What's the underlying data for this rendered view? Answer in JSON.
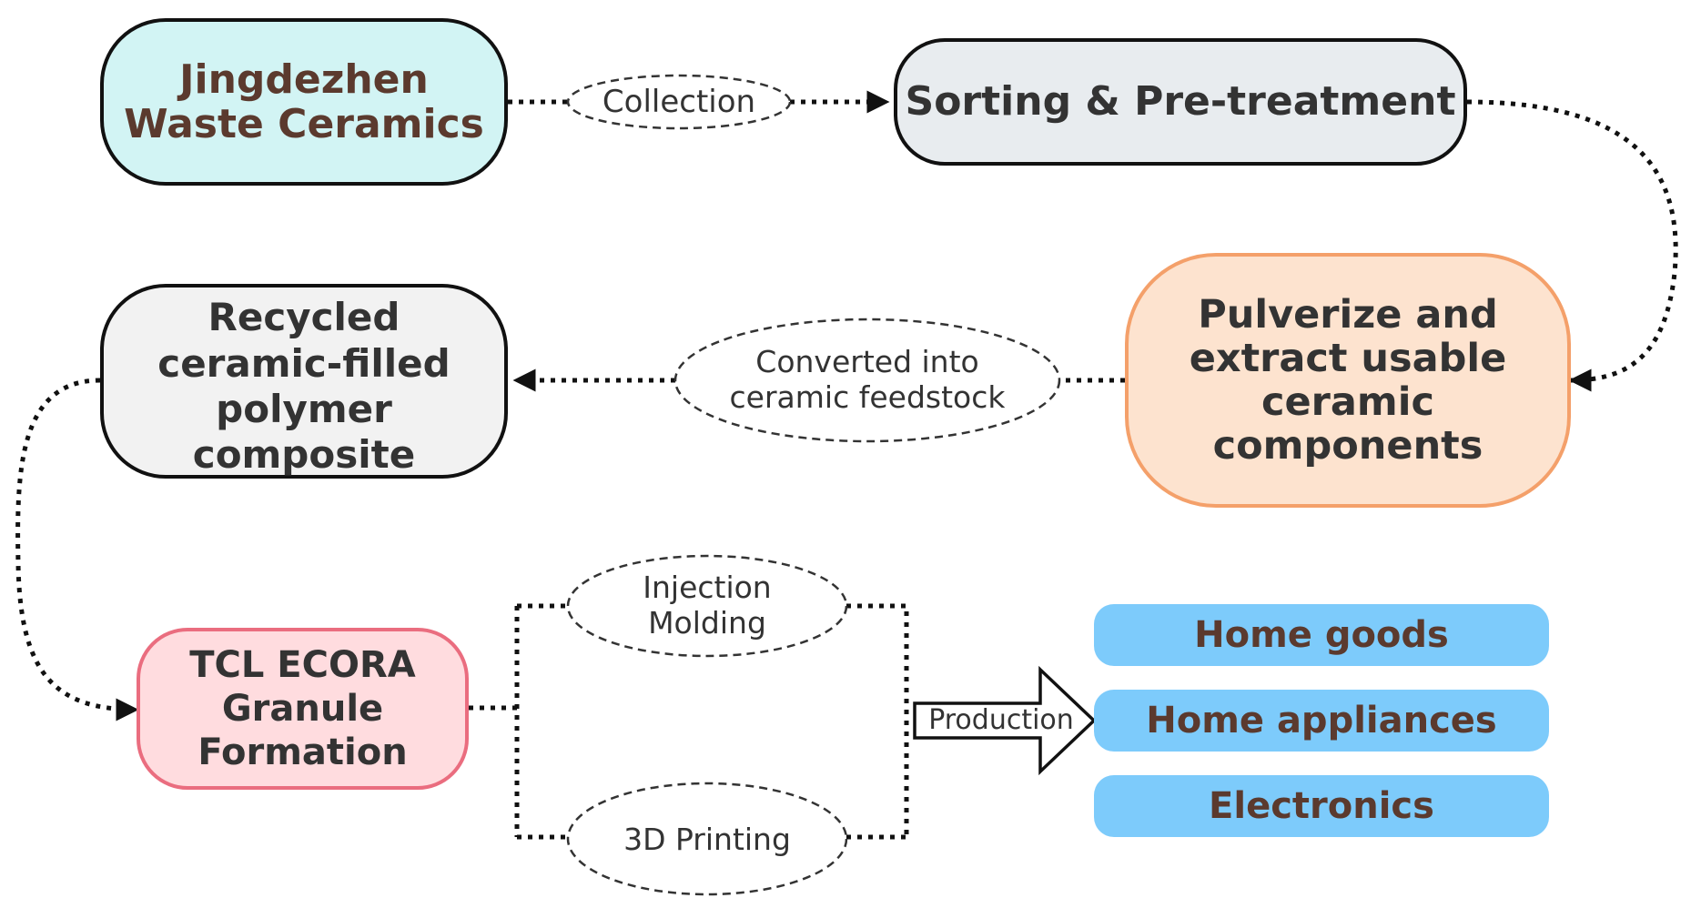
{
  "colors": {
    "edge": "#111111",
    "label_text": "#333333",
    "waste_fill": "#d2f4f4",
    "sorting_fill": "#e8ecef",
    "pulverize_fill": "#fde3cf",
    "pulverize_border": "#f4a06a",
    "recycled_fill": "#f2f2f2",
    "tcl_fill": "#ffdcdf",
    "tcl_border": "#ea6d7f",
    "product_fill": "#7dcbfb",
    "brown_text": "#5b3a2e",
    "dark_text": "#333333"
  },
  "nodes": {
    "waste": {
      "line1": "Jingdezhen",
      "line2": "Waste Ceramics"
    },
    "sorting": {
      "label": "Sorting & Pre-treatment"
    },
    "pulverize": {
      "line1": "Pulverize and",
      "line2": "extract usable",
      "line3": "ceramic",
      "line4": "components"
    },
    "recycled": {
      "line1": "Recycled",
      "line2": "ceramic-filled",
      "line3": "polymer",
      "line4": "composite"
    },
    "tcl": {
      "line1": "TCL ECORA",
      "line2": "Granule",
      "line3": "Formation"
    }
  },
  "edge_labels": {
    "collection": "Collection",
    "converted_line1": "Converted into",
    "converted_line2": "ceramic feedstock",
    "injection_line1": "Injection",
    "injection_line2": "Molding",
    "printing": "3D Printing",
    "production": "Production"
  },
  "products": [
    "Home goods",
    "Home appliances",
    "Electronics"
  ]
}
